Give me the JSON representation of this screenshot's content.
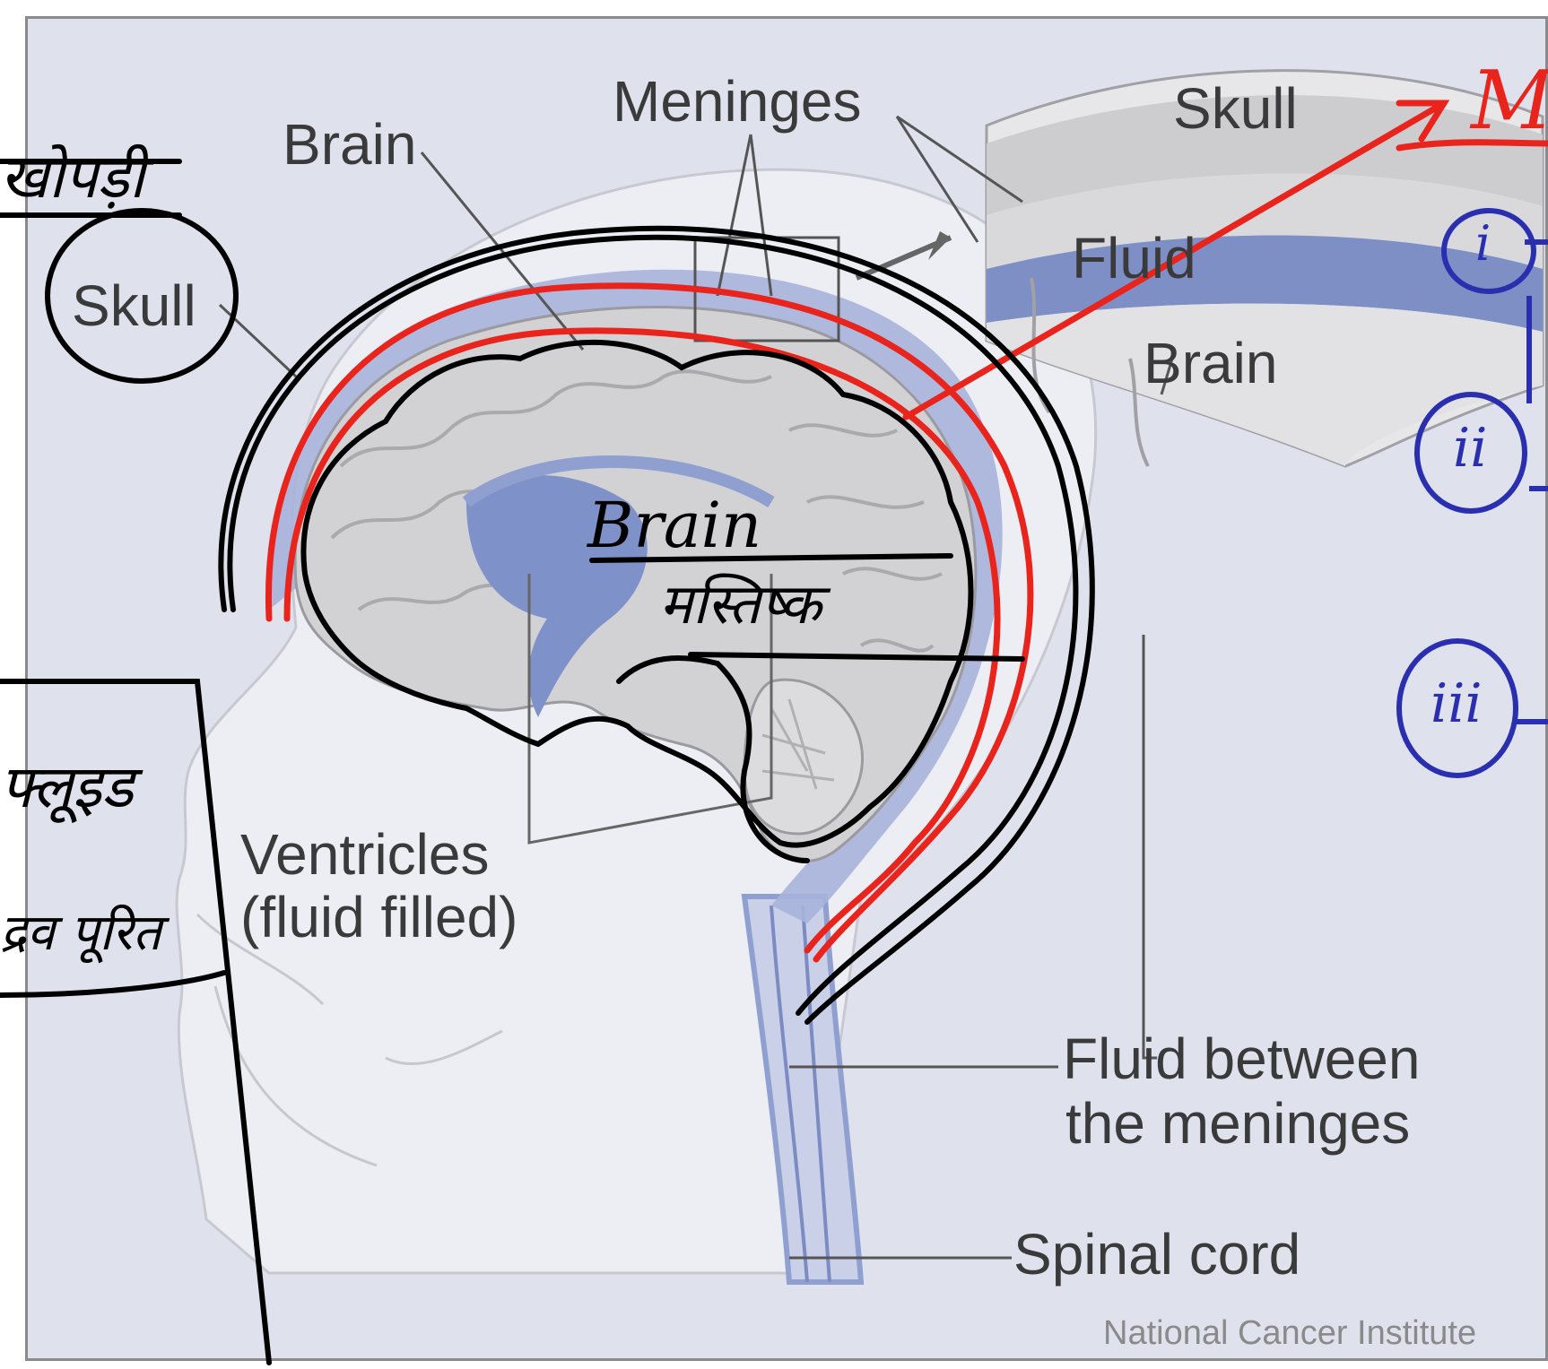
{
  "diagram": {
    "labels": {
      "brain": "Brain",
      "meninges": "Meninges",
      "skull_inset": "Skull",
      "fluid_inset": "Fluid",
      "brain_inset": "Brain",
      "skull_left": "Skull",
      "ventricles": "Ventricles",
      "ventricles_sub": "(fluid filled)",
      "fluid_between_line1": "Fluid between",
      "fluid_between_line2": "the meninges",
      "spinal_cord": "Spinal cord"
    },
    "credit": "National Cancer Institute"
  },
  "annotations": {
    "handwritten_center_line1": "Brain",
    "handwritten_center_line2": "मस्तिष्क",
    "handwritten_left_top": "खोपड़ी",
    "handwritten_left_mid": "फ्लूइड",
    "handwritten_left_low": "द्रव पूरित",
    "handwritten_top_right": "M",
    "numbered_items": [
      "i",
      "ii",
      "iii"
    ]
  },
  "colors": {
    "background": "#dfe1ed",
    "fluid_blue": "#8f9fcf",
    "brain_grey": "#cfcfcf",
    "annotation_red": "#e8241c",
    "annotation_blue": "#2a2fb0",
    "annotation_black": "#000000"
  }
}
